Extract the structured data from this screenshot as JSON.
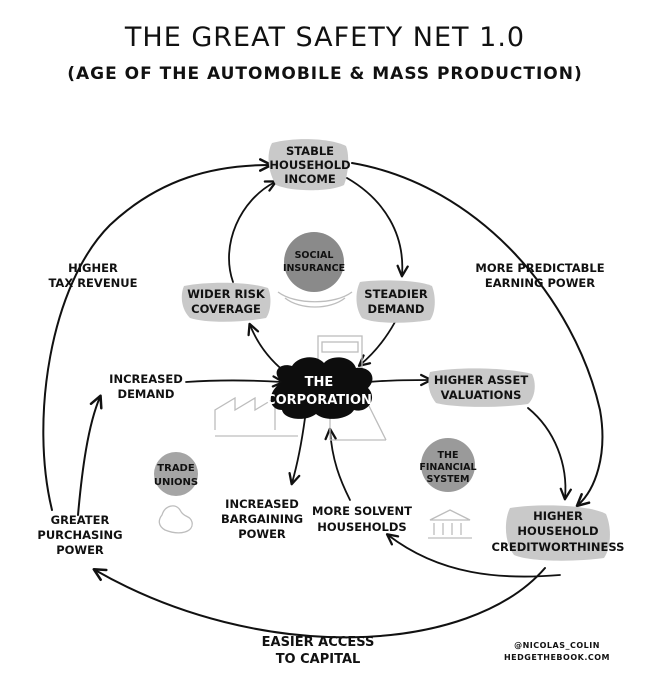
{
  "title": "THE GREAT SAFETY NET 1.0",
  "subtitle": "(AGE OF THE AUTOMOBILE & MASS PRODUCTION)",
  "center": {
    "label_l1": "THE",
    "label_l2": "CORPORATION"
  },
  "nodes": {
    "stable_income": [
      "STABLE",
      "HOUSEHOLD",
      "INCOME"
    ],
    "wider_risk": [
      "WIDER RISK",
      "COVERAGE"
    ],
    "steadier_demand": [
      "STEADIER",
      "DEMAND"
    ],
    "social_insurance": [
      "SOCIAL",
      "INSURANCE"
    ],
    "higher_tax": [
      "HIGHER",
      "TAX REVENUE"
    ],
    "predictable_earning": [
      "MORE PREDICTABLE",
      "EARNING POWER"
    ],
    "increased_demand": [
      "INCREASED",
      "DEMAND"
    ],
    "higher_asset": [
      "HIGHER ASSET",
      "VALUATIONS"
    ],
    "trade_unions": [
      "TRADE",
      "UNIONS"
    ],
    "financial_system": [
      "THE",
      "FINANCIAL",
      "SYSTEM"
    ],
    "bargaining_power": [
      "INCREASED",
      "BARGAINING",
      "POWER"
    ],
    "solvent_households": [
      "MORE SOLVENT",
      "HOUSEHOLDS"
    ],
    "greater_purchasing": [
      "GREATER",
      "PURCHASING",
      "POWER"
    ],
    "creditworthiness": [
      "HIGHER",
      "HOUSEHOLD",
      "CREDITWORTHINESS"
    ],
    "easier_access": [
      "EASIER ACCESS",
      "TO CAPITAL"
    ]
  },
  "credit": {
    "line1": "@NICOLAS_COLIN",
    "line2": "HEDGETHEBOOK.COM"
  },
  "colors": {
    "ink": "#111111",
    "highlight": "#c9c9c9",
    "badge": "#8a8a8a",
    "sketch": "#bdbdbd"
  }
}
